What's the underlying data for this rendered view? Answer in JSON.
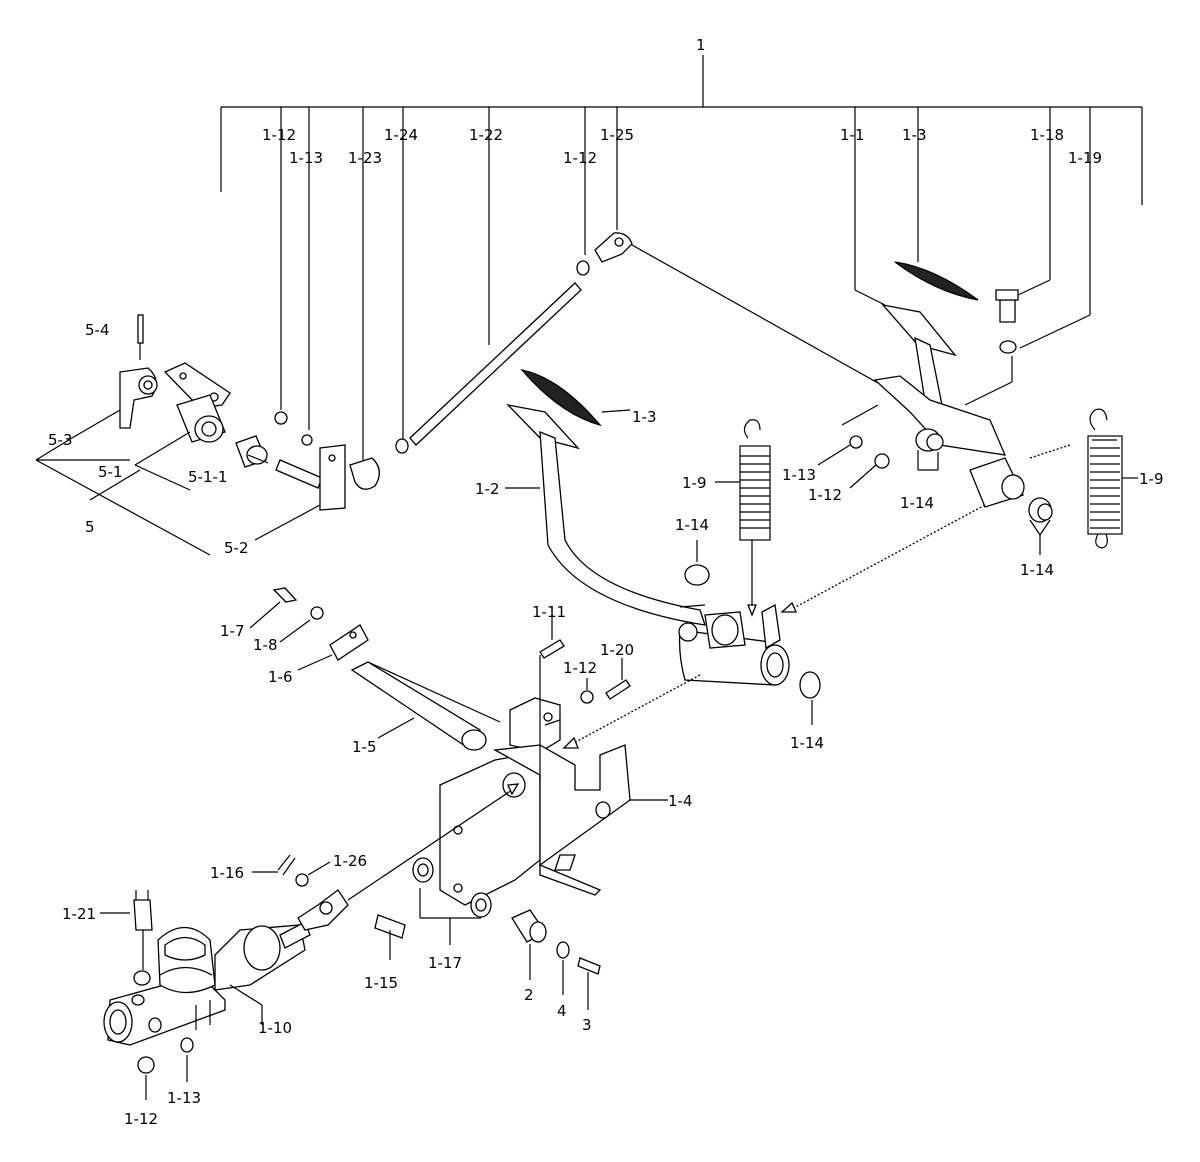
{
  "labels": {
    "top": "1",
    "p1_12a": "1-12",
    "p1_13a": "1-13",
    "p1_23": "1-23",
    "p1_24": "1-24",
    "p1_22": "1-22",
    "p1_12b": "1-12",
    "p1_25": "1-25",
    "p1_1": "1-1",
    "p1_3a": "1-3",
    "p1_18": "1-18",
    "p1_19": "1-19",
    "p5_4": "5-4",
    "p5_3": "5-3",
    "p5_1": "5-1",
    "p5_1_1": "5-1-1",
    "p5": "5",
    "p5_2": "5-2",
    "p1_3b": "1-3",
    "p1_2": "1-2",
    "p1_9a": "1-9",
    "p1_9b": "1-9",
    "p1_13b": "1-13",
    "p1_12c": "1-12",
    "p1_14a": "1-14",
    "p1_14b": "1-14",
    "p1_14c": "1-14",
    "p1_14d": "1-14",
    "p1_7": "1-7",
    "p1_8": "1-8",
    "p1_6": "1-6",
    "p1_11": "1-11",
    "p1_20": "1-20",
    "p1_12d": "1-12",
    "p1_5": "1-5",
    "p1_4": "1-4",
    "p1_16": "1-16",
    "p1_26": "1-26",
    "p1_21": "1-21",
    "p1_15": "1-15",
    "p1_17": "1-17",
    "p2": "2",
    "p4": "4",
    "p3": "3",
    "p1_10": "1-10",
    "p1_12e": "1-12",
    "p1_13c": "1-13"
  }
}
